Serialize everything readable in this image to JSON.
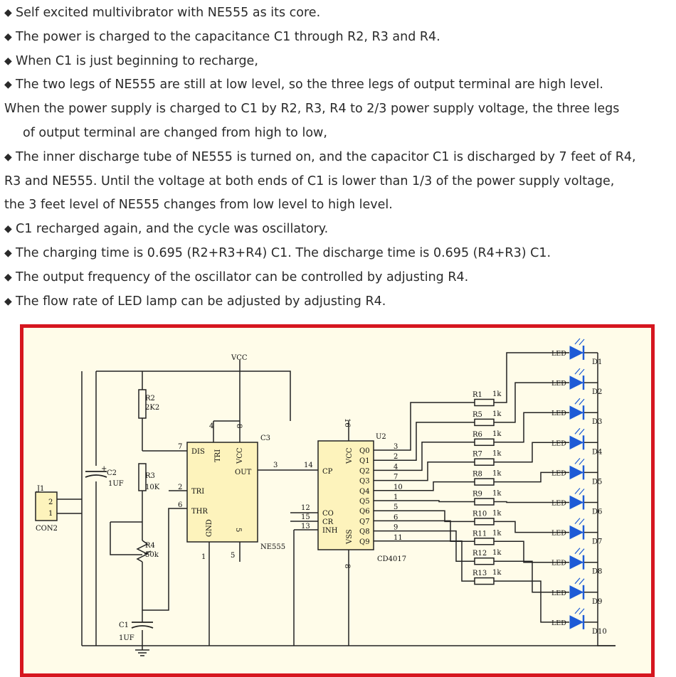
{
  "description_lines": [
    {
      "text": "Self excited multivibrator with NE555 as its core."
    },
    {
      "text": "The power is charged to the capacitance C1 through R2, R3 and R4."
    },
    {
      "text": "When C1 is just beginning to recharge,"
    },
    {
      "text": "The two legs of NE555 are still at low level, so the three legs of output terminal are high level.",
      "cont": [
        "When the power supply is charged to C1 by R2, R3, R4 to 2/3 power supply voltage, the three legs",
        "of output terminal are changed from high to low,"
      ]
    },
    {
      "text": "The inner discharge tube of NE555 is turned on, and the capacitor C1 is discharged by 7 feet of R4,",
      "cont": [
        "R3 and NE555. Until the voltage at both ends of C1 is lower than 1/3 of the power supply voltage,",
        "the 3 feet level of NE555 changes from low level to high level."
      ]
    },
    {
      "text": "C1 recharged again, and the cycle was oscillatory."
    },
    {
      "text": "The charging time is 0.695 (R2+R3+R4) C1.  The discharge time is 0.695 (R4+R3) C1."
    },
    {
      "text": "The output frequency of the oscillator can be controlled by adjusting R4."
    },
    {
      "text": "The flow rate of LED lamp can be adjusted by adjusting R4."
    }
  ],
  "schematic": {
    "vcc": "VCC",
    "connector": {
      "ref": "J1",
      "name": "CON2",
      "pins": [
        "2",
        "1"
      ]
    },
    "c2": {
      "ref": "C2",
      "value": "1UF",
      "plus": "+"
    },
    "c1": {
      "ref": "C1",
      "value": "1UF"
    },
    "r2": {
      "ref": "R2",
      "value": "2K2"
    },
    "r3": {
      "ref": "R3",
      "value": "10K"
    },
    "r4": {
      "ref": "R4",
      "value": "50k"
    },
    "ne555": {
      "ref": "C3",
      "name": "NE555",
      "pins_left": [
        "DIS",
        "TRI",
        "THR",
        "GND"
      ],
      "pins_top": [
        "TRI",
        "VCC"
      ],
      "out": "OUT",
      "pin_numbers": {
        "dis": "7",
        "tri": "2",
        "thr": "6",
        "reset": "4",
        "vcc": "8",
        "out": "3",
        "gnd": "1",
        "ctrl": "5"
      }
    },
    "cd4017": {
      "ref": "U2",
      "name": "CD4017",
      "pins_left": [
        "CP",
        "CO",
        "CR",
        "INH"
      ],
      "vcc": "VCC",
      "vss": "VSS",
      "outputs": [
        "Q0",
        "Q1",
        "Q2",
        "Q3",
        "Q4",
        "Q5",
        "Q6",
        "Q7",
        "Q8",
        "Q9"
      ],
      "output_pin_numbers": [
        "3",
        "2",
        "4",
        "7",
        "10",
        "1",
        "5",
        "6",
        "9",
        "11"
      ],
      "pin_numbers": {
        "cp": "14",
        "co": "12",
        "cr": "15",
        "inh": "13",
        "vcc": "16",
        "vss": "8"
      }
    },
    "resistors": [
      {
        "ref": "R1",
        "value": "1k"
      },
      {
        "ref": "R5",
        "value": "1k"
      },
      {
        "ref": "R6",
        "value": "1k"
      },
      {
        "ref": "R7",
        "value": "1k"
      },
      {
        "ref": "R8",
        "value": "1k"
      },
      {
        "ref": "R9",
        "value": "1k"
      },
      {
        "ref": "R10",
        "value": "1k"
      },
      {
        "ref": "R11",
        "value": "1k"
      },
      {
        "ref": "R12",
        "value": "1k"
      },
      {
        "ref": "R13",
        "value": "1k"
      }
    ],
    "leds": [
      {
        "ref": "D1",
        "label": "LED"
      },
      {
        "ref": "D2",
        "label": "LED"
      },
      {
        "ref": "D3",
        "label": "LED"
      },
      {
        "ref": "D4",
        "label": "LED"
      },
      {
        "ref": "D5",
        "label": "LED"
      },
      {
        "ref": "D6",
        "label": "LED"
      },
      {
        "ref": "D7",
        "label": "LED"
      },
      {
        "ref": "D8",
        "label": "LED"
      },
      {
        "ref": "D9",
        "label": "LED"
      },
      {
        "ref": "D10",
        "label": "LED"
      }
    ],
    "colors": {
      "frame": "#d6161f",
      "background": "#fffce9",
      "led": "#1e5bd6",
      "wire": "#222222"
    }
  }
}
